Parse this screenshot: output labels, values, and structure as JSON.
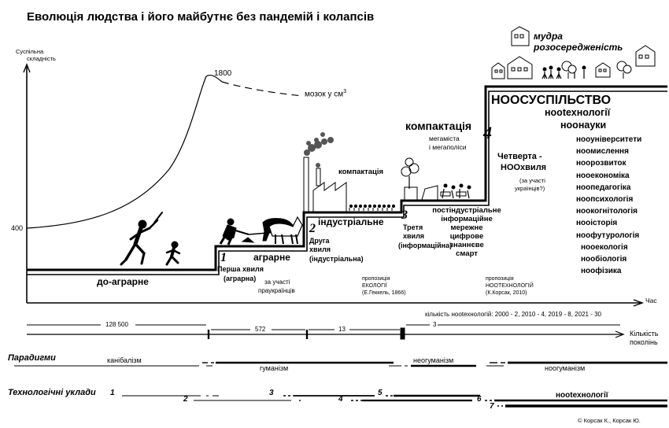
{
  "title": "Еволюція людства і його майбутнє без пандемій і колапсів",
  "axes": {
    "y_label_line1": "Суспільна",
    "y_label_line2": "складність",
    "y_tick_400": "400",
    "x_label": "Час"
  },
  "brain": {
    "peak_label": "1800",
    "caption": "мозок у см",
    "caption_sup": "3"
  },
  "stages": {
    "pre_agrarian": "до-аграрне",
    "agrarian": "аграрне",
    "industrial": "індустріальне",
    "compaction_small": "компактація",
    "compaction_big": "компактація",
    "megacities_1": "мегаміста",
    "megacities_2": "і мегаполіси",
    "noosociety": "НООСУСПІЛЬСТВО",
    "wise_1": "мудра",
    "wise_2": "розосередженість"
  },
  "waves": {
    "w1_num": "1",
    "w1_line1": "Перша хвиля",
    "w1_line2": "(аграрна)",
    "w1_note1": "за участі",
    "w1_note2": "праукраїнців",
    "w2_num": "2",
    "w2_line1": "Друга",
    "w2_line2": "хвиля",
    "w2_line3": "(індустріальна)",
    "w3_num": "3",
    "w3_line1": "Третя",
    "w3_line2": "хвиля",
    "w3_line3": "(інформаційна)",
    "w4_num": "4",
    "w4_line1": "Четверта -",
    "w4_line2": "НООхвиля",
    "w4_note1": "(за участі",
    "w4_note2": "українців?)"
  },
  "post_industrial": [
    "постіндустріальне",
    "інформаційне",
    "мережне",
    "цифрове",
    "знаннєве",
    "смарт"
  ],
  "noo_list": [
    "нootехнології",
    "ноонауки",
    "нооуніверситети",
    "ноомислення",
    "ноорозвиток",
    "нооекономіка",
    "ноопедагогіка",
    "ноопсихологія",
    "ноокогнітологія",
    "нооісторія",
    "ноофутурологія",
    "нooекологія",
    "нообіологія",
    "ноофізика"
  ],
  "proposals": {
    "ecology_1": "пропозиція",
    "ecology_2": "ЕКОЛОГІЇ",
    "ecology_3": "(Е.Геккель, 1866)",
    "noo_1": "пропозиція",
    "noo_2": "НООТЕХНОЛОГІЙ",
    "noo_3": "(К.Корсак, 2010)"
  },
  "nootech_count": "кількість нootехнологій: 2000 - 2, 2010 - 4, 2019 - 8, 2021 - 30",
  "generations": {
    "n1": "128 500",
    "n2": "572",
    "n3": "13",
    "n4": "3",
    "label1": "Кількість",
    "label2": "поколінь"
  },
  "paradigms": {
    "title": "Парадигми",
    "p1": "канібалізм",
    "p2": "гуманізм",
    "p3": "неогуманізм",
    "p4": "ноогуманізм"
  },
  "tech": {
    "title": "Технологічні уклади",
    "n1": "1",
    "n2": "2",
    "n3": "3",
    "n4": "4",
    "n5": "5",
    "n6": "6",
    "n7": "7",
    "label": "нootехнології"
  },
  "copyright": "© Корсак К., Корсак Ю."
}
